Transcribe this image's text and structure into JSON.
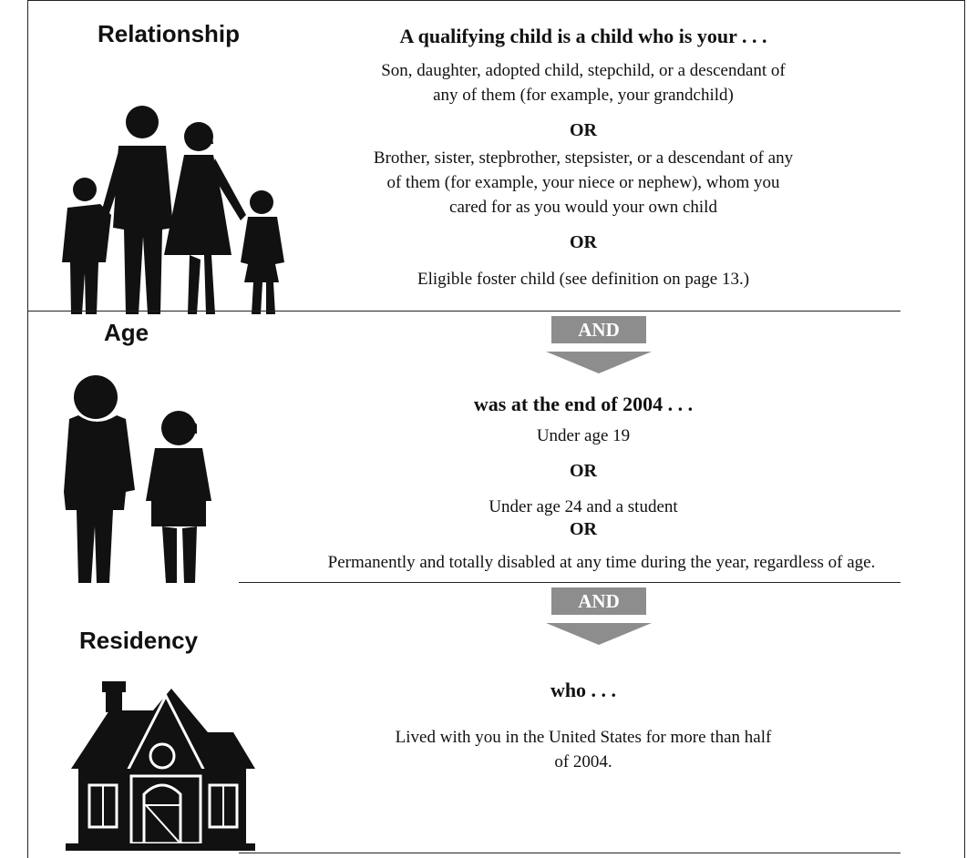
{
  "relationship": {
    "heading": "Relationship",
    "intro": "A qualifying child is a child who is your . . .",
    "option1_line1": "Son, daughter, adopted child, stepchild, or a descendant of",
    "option1_line2": "any of them (for example, your grandchild)",
    "or1": "OR",
    "option2_line1": "Brother, sister, stepbrother, stepsister, or a descendant of any",
    "option2_line2": "of them (for example, your niece or nephew), whom you",
    "option2_line3": "cared for as you would your own child",
    "or2": "OR",
    "option3": "Eligible foster child (see definition on page 13.)"
  },
  "connector1": "AND",
  "age": {
    "heading": "Age",
    "intro": "was at the end of 2004 . . .",
    "option1": "Under age 19",
    "or1": "OR",
    "option2": "Under age 24 and a student",
    "or2": "OR",
    "option3": "Permanently and totally disabled at any time during the year, regardless of age."
  },
  "connector2": "AND",
  "residency": {
    "heading": "Residency",
    "intro": "who . . .",
    "text_line1": "Lived with you in the United States for more than half",
    "text_line2": "of 2004."
  },
  "colors": {
    "arrow": "#8d8d8d",
    "ink": "#111111"
  },
  "icons": [
    "family-icon",
    "two-children-icon",
    "house-icon"
  ]
}
